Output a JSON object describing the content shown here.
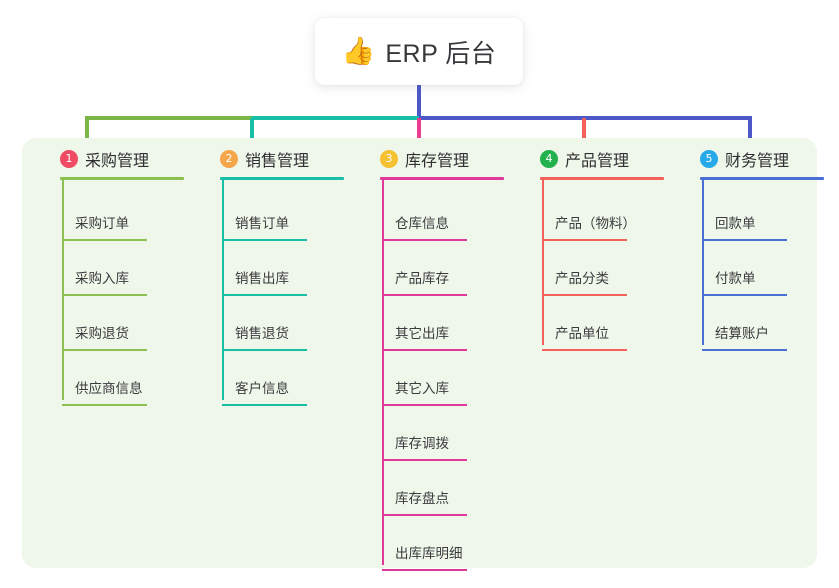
{
  "root": {
    "icon": "thumbs-up-icon",
    "icon_glyph": "👍",
    "title": "ERP 后台"
  },
  "theme": {
    "page_background": "#ffffff",
    "panel_background": "#eef7e9",
    "card_background": "#ffffff",
    "text_color": "#3a3a3a",
    "bus_green": "#7ab648",
    "bus_teal": "#16bfa5",
    "bus_blue": "#4e57c8"
  },
  "columns": [
    {
      "number": "1",
      "title": "采购管理",
      "badge_color": "#ef4b64",
      "line_color": "#8cc152",
      "connector_color": "#7ab648",
      "items": [
        {
          "label": "采购订单"
        },
        {
          "label": "采购入库"
        },
        {
          "label": "采购退货"
        },
        {
          "label": "供应商信息"
        }
      ]
    },
    {
      "number": "2",
      "title": "销售管理",
      "badge_color": "#f5a54a",
      "line_color": "#16bfa5",
      "connector_color": "#16bfa5",
      "items": [
        {
          "label": "销售订单"
        },
        {
          "label": "销售出库"
        },
        {
          "label": "销售退货"
        },
        {
          "label": "客户信息"
        }
      ]
    },
    {
      "number": "3",
      "title": "库存管理",
      "badge_color": "#f5c131",
      "line_color": "#e0399a",
      "connector_color": "#ee3d8f",
      "items": [
        {
          "label": "仓库信息"
        },
        {
          "label": "产品库存"
        },
        {
          "label": "其它出库"
        },
        {
          "label": "其它入库"
        },
        {
          "label": "库存调拨"
        },
        {
          "label": "库存盘点"
        },
        {
          "label": "出库库明细"
        }
      ]
    },
    {
      "number": "4",
      "title": "产品管理",
      "badge_color": "#22b14c",
      "line_color": "#f4615c",
      "connector_color": "#f4615c",
      "items": [
        {
          "label": "产品（物料）"
        },
        {
          "label": "产品分类"
        },
        {
          "label": "产品单位"
        }
      ]
    },
    {
      "number": "5",
      "title": "财务管理",
      "badge_color": "#27a8e8",
      "line_color": "#4a6fd4",
      "connector_color": "#4e57c8",
      "items": [
        {
          "label": "回款单"
        },
        {
          "label": "付款单"
        },
        {
          "label": "结算账户"
        }
      ]
    }
  ]
}
